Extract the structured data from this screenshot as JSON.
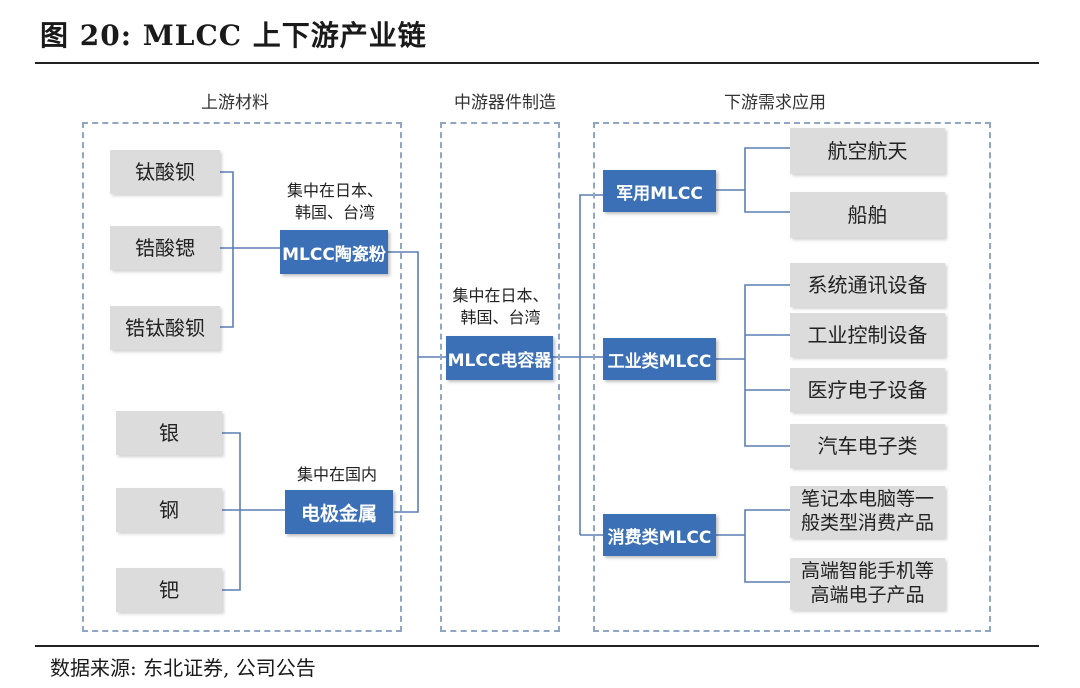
{
  "header": {
    "title": "图 20:  MLCC 上下游产业链"
  },
  "columns": {
    "upstream": "上游材料",
    "midstream": "中游器件制造",
    "downstream": "下游需求应用"
  },
  "upstream": {
    "ceramic_materials": [
      "钛酸钡",
      "锆酸锶",
      "锆钛酸钡"
    ],
    "metals": [
      "银",
      "钢",
      "钯"
    ],
    "ceramic_powder": {
      "label": "MLCC陶瓷粉",
      "note": "集中在日本、\n韩国、台湾"
    },
    "electrode_metal": {
      "label": "电极金属",
      "note": "集中在国内"
    }
  },
  "midstream": {
    "label": "MLCC电容器",
    "note": "集中在日本、\n韩国、台湾"
  },
  "downstream": {
    "categories": [
      {
        "label": "军用MLCC",
        "apps": [
          "航空航天",
          "船舶"
        ]
      },
      {
        "label": "工业类MLCC",
        "apps": [
          "系统通讯设备",
          "工业控制设备",
          "医疗电子设备",
          "汽车电子类"
        ]
      },
      {
        "label": "消费类MLCC",
        "apps": [
          "笔记本电脑等一\n般类型消费产品",
          "高端智能手机等\n高端电子产品"
        ]
      }
    ]
  },
  "footer": {
    "source": "数据来源: 东北证券, 公司公告"
  }
}
